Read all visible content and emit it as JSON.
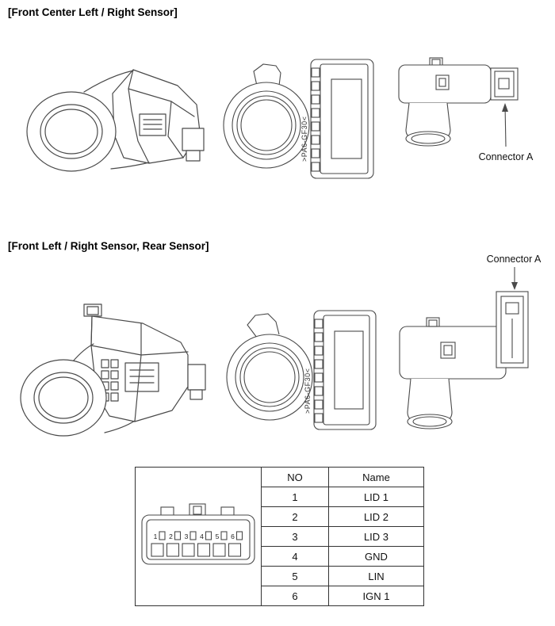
{
  "page": {
    "background": "#ffffff",
    "line_color": "#4a4a4a"
  },
  "sections": {
    "front_center": {
      "title": "[Front Center Left / Right Sensor]",
      "connector_label": "Connector A"
    },
    "front_rear": {
      "title": "[Front Left / Right Sensor, Rear Sensor]",
      "connector_label": "Connector A"
    }
  },
  "sensor_markings": {
    "body_text": ">PA6-GF30<"
  },
  "pin_table": {
    "headers": [
      "NO",
      "Name"
    ],
    "rows": [
      {
        "no": "1",
        "name": "LID 1"
      },
      {
        "no": "2",
        "name": "LID 2"
      },
      {
        "no": "3",
        "name": "LID 3"
      },
      {
        "no": "4",
        "name": "GND"
      },
      {
        "no": "5",
        "name": "LIN"
      },
      {
        "no": "6",
        "name": "IGN 1"
      }
    ],
    "pin_numbers": [
      "1",
      "2",
      "3",
      "4",
      "5",
      "6"
    ]
  }
}
